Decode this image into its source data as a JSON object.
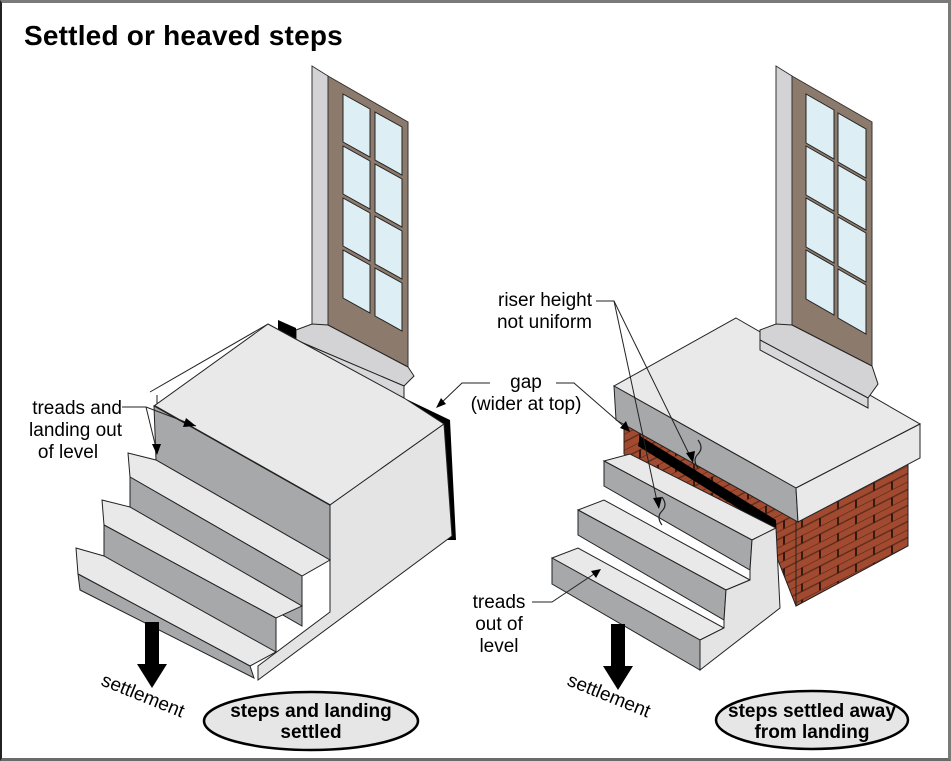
{
  "title": "Settled or heaved steps",
  "colors": {
    "concrete_top": "#e9e9e9",
    "concrete_riser": "#a7a8aa",
    "concrete_side": "#e4e4e4",
    "door": "#8c7b6c",
    "door_frame": "#d3d3d5",
    "glass": "#deeef5",
    "brick": "#a24a2f",
    "gap": "#000000",
    "oval_fill": "#e6e6e6",
    "frame": "#7a7a7a"
  },
  "left_panel": {
    "labels": {
      "treads_landing": [
        "treads and",
        "landing out",
        "of level"
      ],
      "gap": [
        "gap",
        "(wider at top)"
      ],
      "settlement": "settlement"
    },
    "caption": [
      "steps and landing",
      "settled"
    ]
  },
  "right_panel": {
    "labels": {
      "riser_height": [
        "riser height",
        "not uniform"
      ],
      "treads": [
        "treads",
        "out of",
        "level"
      ],
      "settlement": "settlement"
    },
    "caption": [
      "steps settled away",
      "from landing"
    ]
  }
}
